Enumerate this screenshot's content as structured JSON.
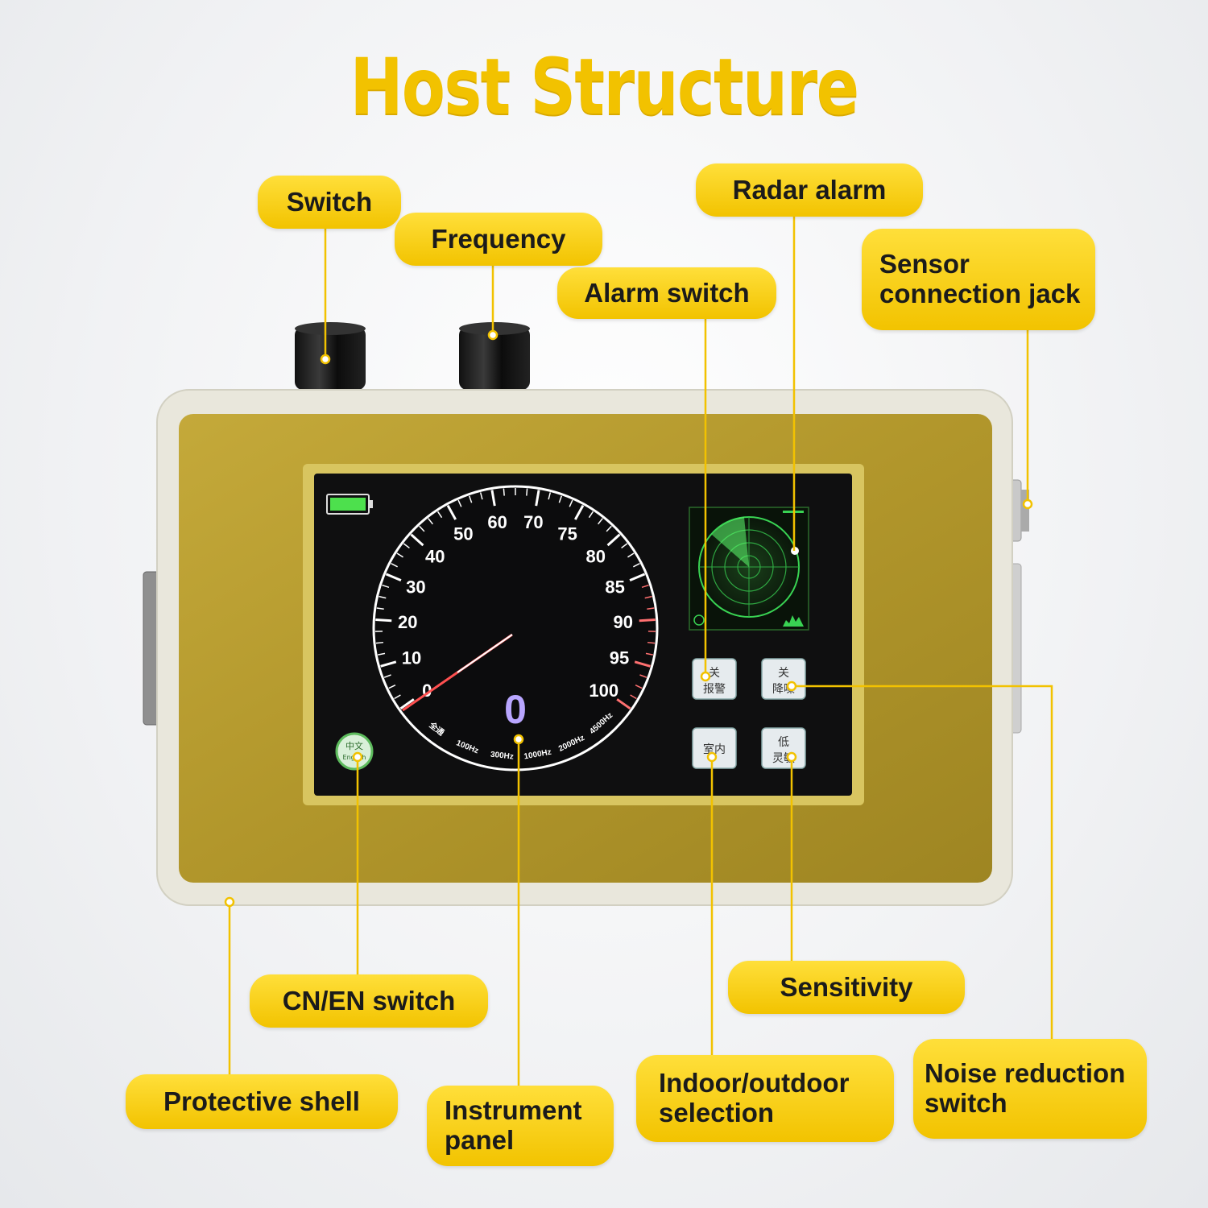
{
  "title": "Host Structure",
  "labels": {
    "switch": "Switch",
    "frequency": "Frequency",
    "alarm_switch": "Alarm switch",
    "radar_alarm": "Radar alarm",
    "sensor_jack": "Sensor\nconnection jack",
    "cn_en_switch": "CN/EN switch",
    "protective_shell": "Protective shell",
    "instrument_panel": "Instrument\npanel",
    "indoor_outdoor": "Indoor/outdoor\nselection",
    "sensitivity": "Sensitivity",
    "noise_reduction": "Noise reduction\nswitch"
  },
  "screen": {
    "readout": "0",
    "dial_ticks": [
      "0",
      "10",
      "20",
      "30",
      "40",
      "50",
      "60",
      "70",
      "75",
      "80",
      "85",
      "90",
      "95",
      "100"
    ],
    "freq_ticks": [
      "全通",
      "100Hz",
      "300Hz",
      "1000Hz",
      "2000Hz",
      "4500Hz"
    ],
    "lang_button": [
      "中文",
      "English"
    ],
    "buttons": [
      {
        "top": "关",
        "bottom": "报警"
      },
      {
        "top": "关",
        "bottom": "降噪"
      },
      {
        "top": "室内",
        "bottom": ""
      },
      {
        "top": "低",
        "bottom": "灵敏"
      }
    ]
  },
  "colors": {
    "accent": "#f2c200",
    "shell": "#b59a2c",
    "screen": "#111111",
    "readout": "#b9a6ff",
    "radar": "#39d353"
  }
}
